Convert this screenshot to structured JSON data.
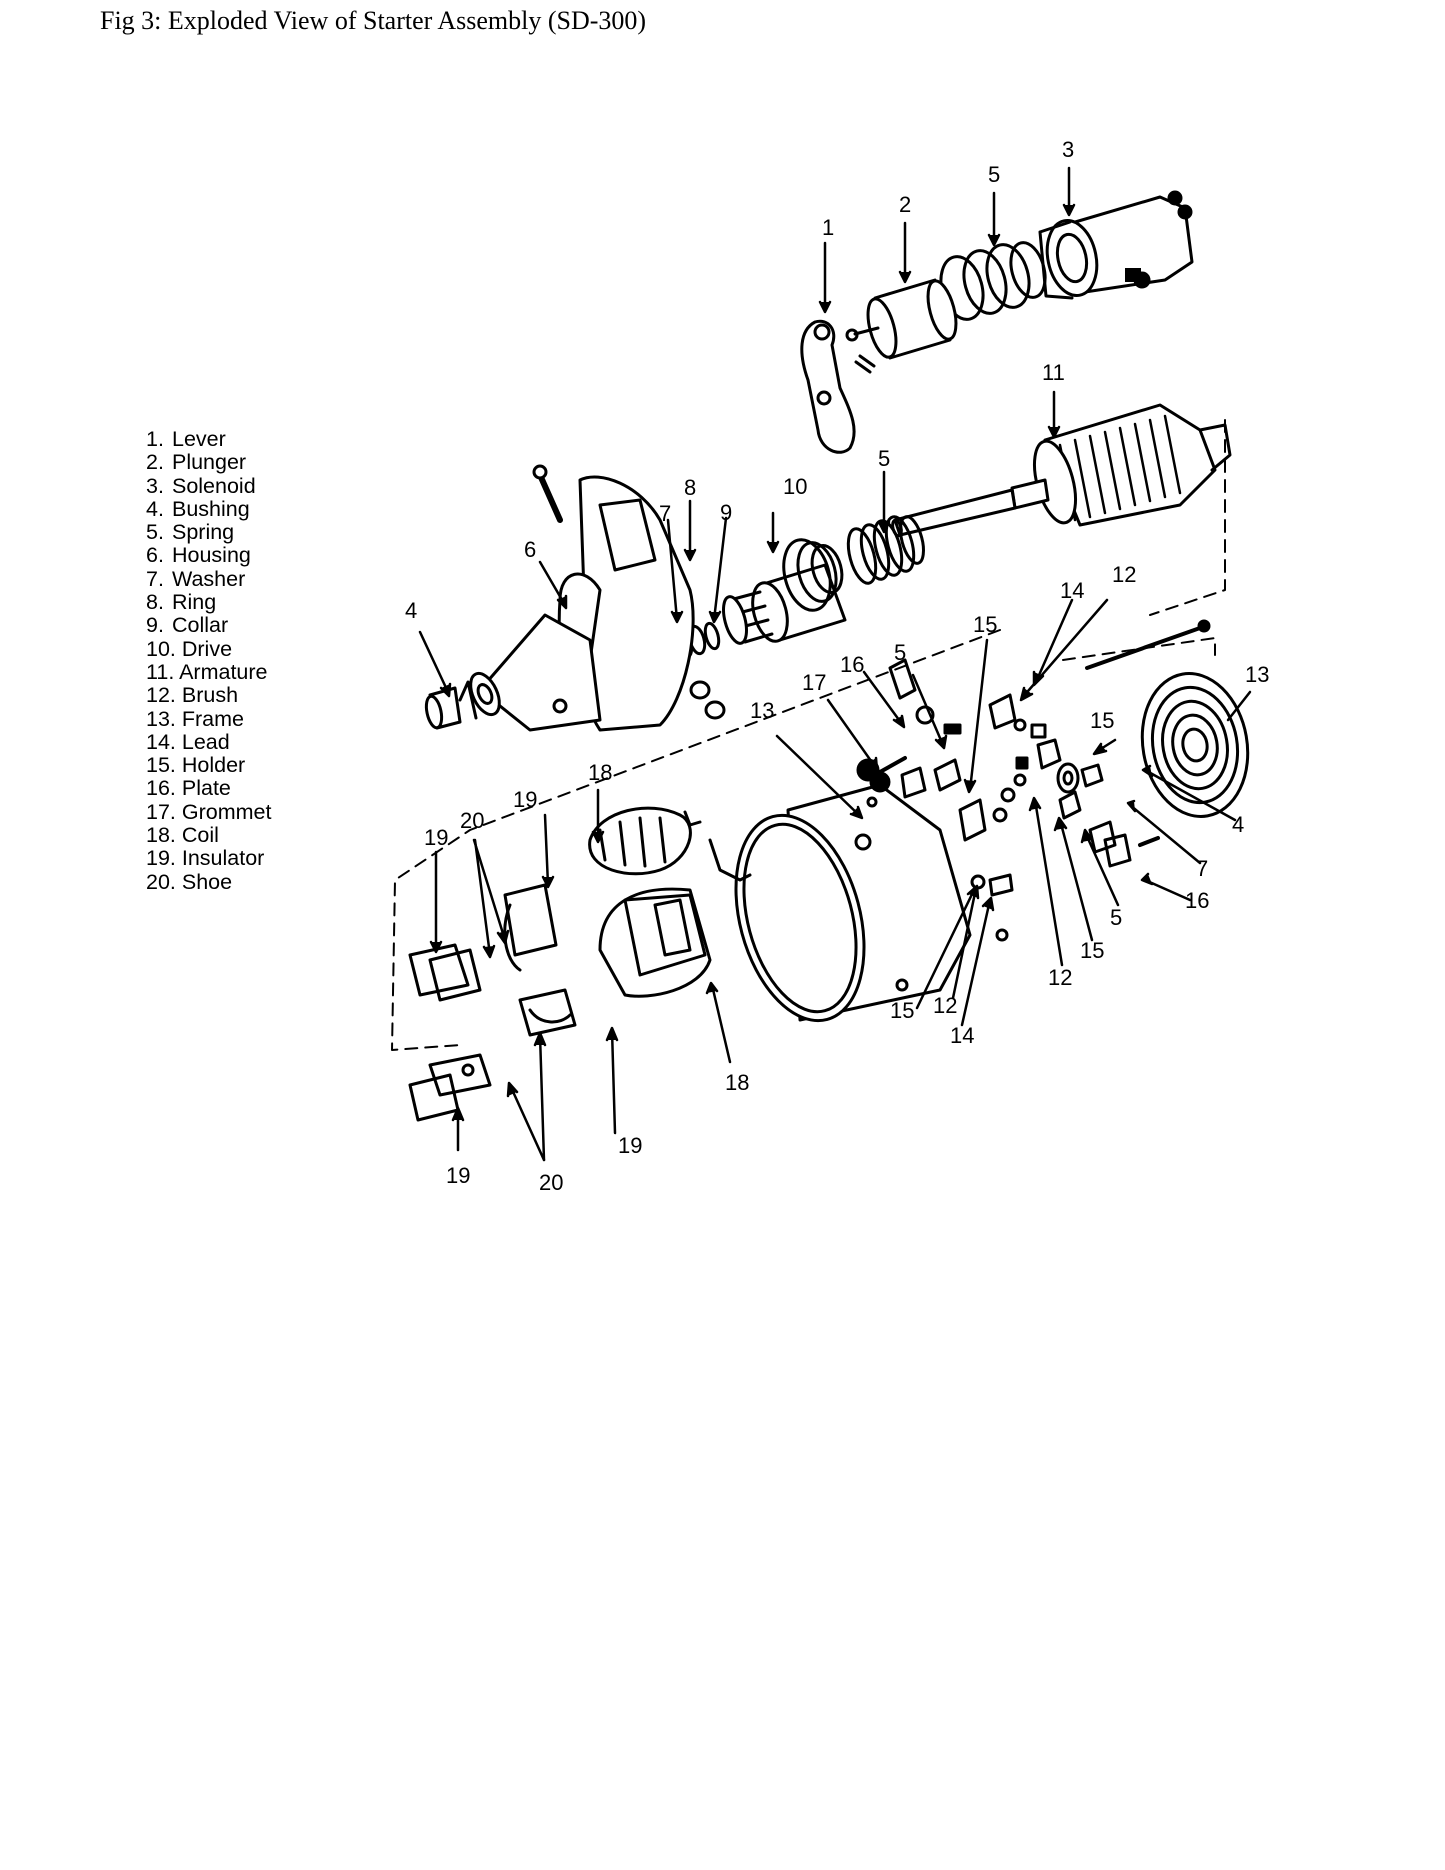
{
  "figure": {
    "title": "Fig 3: Exploded View of Starter Assembly (SD-300)"
  },
  "legend": [
    {
      "num": "1.",
      "name": "Lever"
    },
    {
      "num": "2.",
      "name": "Plunger"
    },
    {
      "num": "3.",
      "name": "Solenoid"
    },
    {
      "num": "4.",
      "name": "Bushing"
    },
    {
      "num": "5.",
      "name": "Spring"
    },
    {
      "num": "6.",
      "name": "Housing"
    },
    {
      "num": "7.",
      "name": "Washer"
    },
    {
      "num": "8.",
      "name": "Ring"
    },
    {
      "num": "9.",
      "name": "Collar"
    },
    {
      "num": "10.",
      "name": "Drive"
    },
    {
      "num": "11.",
      "name": "Armature"
    },
    {
      "num": "12.",
      "name": "Brush"
    },
    {
      "num": "13.",
      "name": "Frame"
    },
    {
      "num": "14.",
      "name": "Lead"
    },
    {
      "num": "15.",
      "name": "Holder"
    },
    {
      "num": "16.",
      "name": "Plate"
    },
    {
      "num": "17.",
      "name": "Grommet"
    },
    {
      "num": "18.",
      "name": "Coil"
    },
    {
      "num": "19.",
      "name": "Insulator"
    },
    {
      "num": "20.",
      "name": "Shoe"
    }
  ],
  "callouts": [
    "1",
    "2",
    "3",
    "5",
    "11",
    "5",
    "8",
    "10",
    "7",
    "9",
    "6",
    "4",
    "12",
    "14",
    "15",
    "16",
    "5",
    "17",
    "13",
    "13",
    "15",
    "4",
    "7",
    "16",
    "5",
    "15",
    "12",
    "18",
    "19",
    "20",
    "19",
    "15",
    "12",
    "14",
    "18",
    "19",
    "19",
    "20"
  ]
}
